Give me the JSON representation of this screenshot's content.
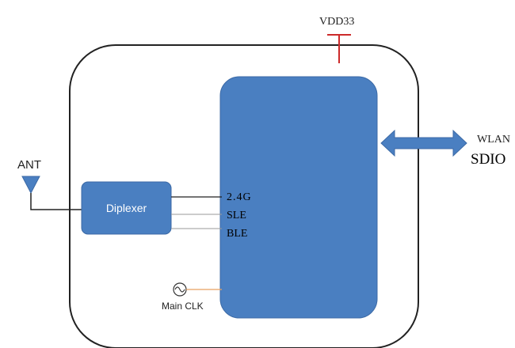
{
  "power": {
    "label": "VDD33"
  },
  "antenna": {
    "label": "ANT"
  },
  "diplexer": {
    "label": "Diplexer"
  },
  "signals": [
    "2.4G",
    "SLE",
    "BLE"
  ],
  "interface": {
    "line1": "WLAN",
    "line2": "SDIO"
  },
  "clock": {
    "label": "Main CLK"
  },
  "colors": {
    "block_fill": "#4a7fc1",
    "block_stroke": "#3c6aa6",
    "outline": "#222222",
    "power_rail": "#cc2a2a",
    "clock_line": "#e8a060"
  }
}
